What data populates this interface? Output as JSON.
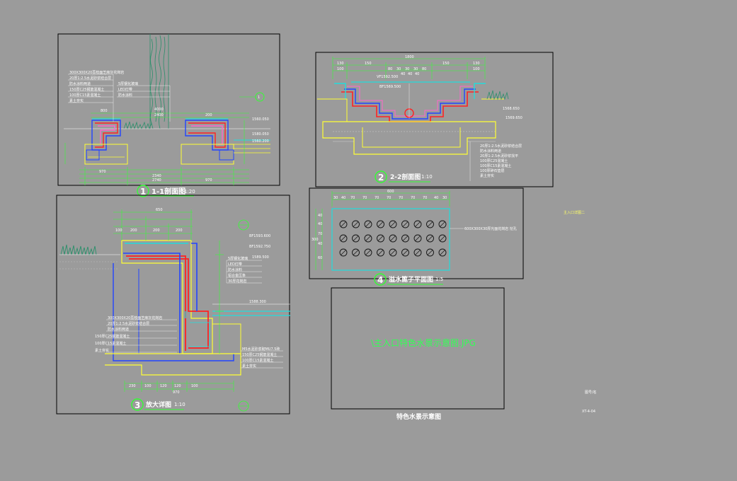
{
  "colors": {
    "background": "#9b9b9b",
    "frame": "#000000",
    "dimension": "#33ff33",
    "concrete": "#ffff33",
    "waterproof": "#ff2222",
    "liner": "#2244ff",
    "water": "#22dddd",
    "tree": "#2a8f6a",
    "leader": "#ffffff"
  },
  "views": {
    "v1": {
      "number": "1",
      "title": "1-1剖面图",
      "scale": "1:20"
    },
    "v2": {
      "number": "2",
      "title": "2-2剖面图",
      "scale": "1:10"
    },
    "v3": {
      "number": "3",
      "title": "放大详图",
      "scale": "1:10"
    },
    "v4": {
      "number": "4",
      "title": "溢水篦子平面图",
      "scale": "1:5"
    }
  },
  "image_placeholder": "\\主入口特色水景示意图.JPG",
  "image_caption": "特色水景示意图",
  "right_labels": {
    "title": "主入口详图二",
    "drawing_label": "图号/名",
    "sheet_code": "XT-4-04"
  },
  "dims": {
    "v1_bottom": [
      "970",
      "2340",
      "2740",
      "970"
    ],
    "v1_top": [
      "800",
      "4000",
      "2400",
      "200"
    ],
    "v1_elev": [
      "1560.050",
      "1580.050",
      "1560.200"
    ],
    "v2_top": [
      "1800",
      "130",
      "100",
      "150",
      "150",
      "130",
      "100"
    ],
    "v2_inner": [
      "80",
      "30",
      "30",
      "30",
      "80",
      "40",
      "40",
      "40"
    ],
    "v2_elev": [
      "VF1592.500",
      "BF1569.500",
      "1568.650",
      "1569.650"
    ],
    "v3_top": [
      "650",
      "100",
      "200",
      "200",
      "200"
    ],
    "v3_elev": [
      "BF1593.600",
      "BF1592.750",
      "1589.500",
      "1588.300"
    ],
    "v3_bottom": [
      "230",
      "100",
      "120",
      "120",
      "100",
      "970"
    ],
    "v4_top": [
      "600",
      "30",
      "40",
      "70",
      "70",
      "70",
      "70",
      "70",
      "70",
      "70",
      "40",
      "30"
    ],
    "v4_side": [
      "300",
      "40",
      "40",
      "70",
      "40",
      "60"
    ]
  },
  "notes": {
    "v2_right": [
      "20厚1:2.5水泥砂浆结合层",
      "防水涂料两道",
      "20厚1:2.5水泥砂浆找平",
      "100厚C25混凝土",
      "100厚C15素混凝土",
      "100厚碎石垫层",
      "素土夯实"
    ],
    "v3_left": [
      "300X300X20荔枝面芝麻灰花岗岩",
      "20厚1:2.5水泥砂浆结合层",
      "防水涂料两道",
      "150厚C25钢筋混凝土",
      "100厚C15素混凝土",
      "素土夯实"
    ],
    "v3_right": [
      "5厚钢化玻璃",
      "LED灯带",
      "防水涂料",
      "铝合金压条",
      "30厚花岗岩"
    ],
    "v3_bottom_notes": [
      "M5水泥砂浆砌MU7.5砖",
      "150厚C25钢筋混凝土",
      "100厚C15素混凝土",
      "素土夯实"
    ],
    "v4_note": "600X300X30厚光面花岗岩 挖孔"
  }
}
